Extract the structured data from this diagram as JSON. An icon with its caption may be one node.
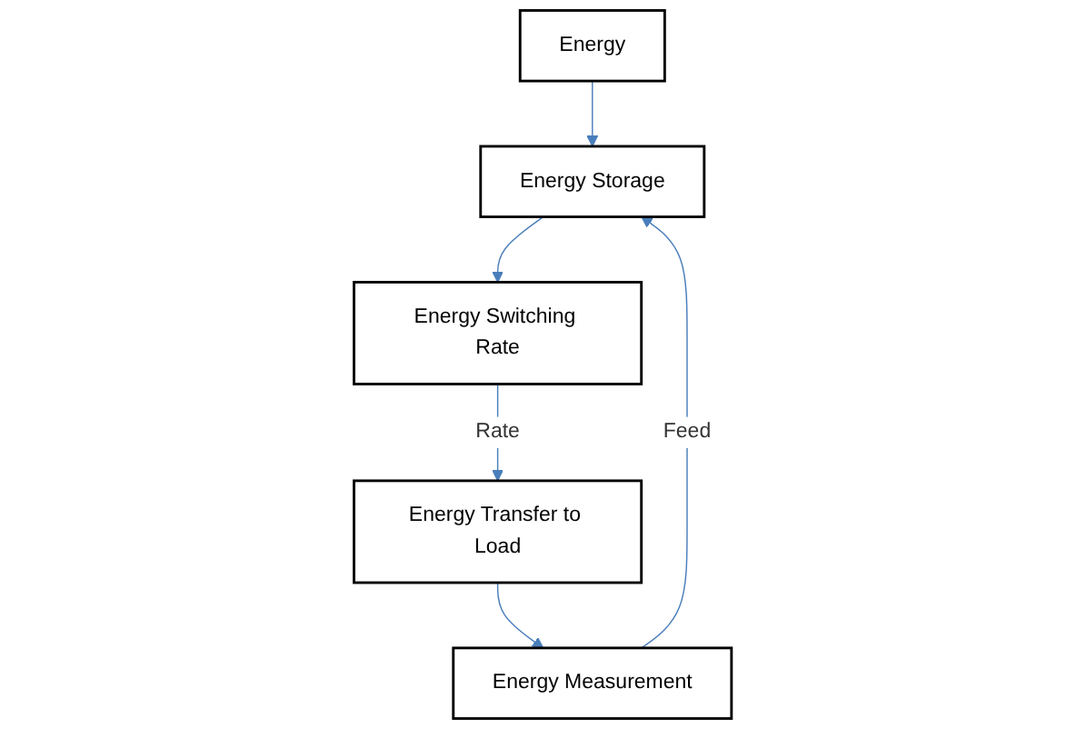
{
  "diagram": {
    "nodes": [
      {
        "text": [
          "Energy"
        ]
      },
      {
        "text": [
          "Energy Storage"
        ]
      },
      {
        "text": [
          "Energy Switching Rate"
        ]
      },
      {
        "text": [
          "Energy Transfer to Load"
        ]
      },
      {
        "text": [
          "Energy Measurement"
        ]
      }
    ],
    "edges": [
      {
        "from": 0,
        "to": 1,
        "arrow": "to"
      },
      {
        "from": 1,
        "to": 2,
        "arrow": "to"
      },
      {
        "from": 2,
        "to": 3,
        "arrow": "to",
        "label": "Rate"
      },
      {
        "from": 3,
        "to": 4,
        "arrow": "to"
      },
      {
        "from": 4,
        "to": 1,
        "arrow": "to",
        "label": "Feed"
      }
    ]
  }
}
